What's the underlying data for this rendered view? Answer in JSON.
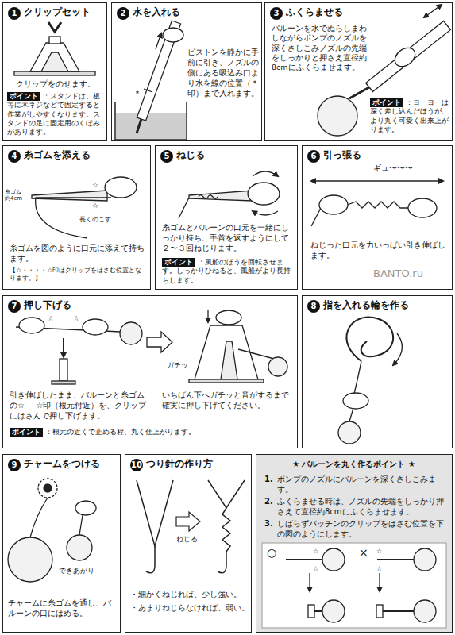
{
  "diagram": {
    "nodes": [
      {
        "text": [
          "1",
          "クリップセット",
          "クリップをのせます。",
          "ポイント",
          "：スタンドは、板等に木ネジなどで固定すると作業がしやすくなります。スタンドの足に固定用のくぼみがあります。"
        ]
      },
      {
        "text": [
          "2",
          "水を入れる",
          "ピストンを静かに手前に引き、ノズルの側にある吸込み口より水を線の位置（＊印）まで入れます。"
        ]
      },
      {
        "text": [
          "3",
          "ふくらませる",
          "バルーンを水でぬらしまわしながらポンプのノズルを深くさしこみノズルの先端をしっかりと押さえ直径約8cmにふくらませます。",
          "ポイント",
          "：ヨーヨーは深く差し込んだほうが、より丸く可愛く出来上がります。"
        ]
      },
      {
        "text": [
          "4",
          "糸ゴムを添える",
          "糸ゴムを図のように口元に添えて持ちます。",
          "【☆・・・・☆印はクリップをはさむ位置となります。】"
        ]
      },
      {
        "text": [
          "5",
          "ねじる",
          "糸ゴムとバルーンの口元を一緒にしっかり持ち、手首を返すようにして２〜３回ねじります。",
          "ポイント",
          "：風船のほうを回転させます。しっかりひねると、風船がより長持ちします。"
        ]
      },
      {
        "text": [
          "6",
          "引っ張る",
          "ねじった口元を力いっぱい引き伸ばします。"
        ]
      },
      {
        "text": [
          "7",
          "押し下げる",
          "引き伸ばしたまま、バルーンと糸ゴムの☆----☆印（根元付近）を、クリップにはさんで押し下げます。",
          "いちばん下へガチッと音がするまで確実に押し下げてください。",
          "ポイント",
          "：根元の近くで止める程、丸く仕上がります。"
        ]
      },
      {
        "text": [
          "8",
          "指を入れる輪を作る"
        ]
      },
      {
        "text": [
          "9",
          "チャームをつける",
          "チャームに糸ゴムを通し、バルーンの口にはめる。"
        ]
      },
      {
        "text": [
          "10",
          "つり針の作り方",
          "・細かくねじれば、少し強い。",
          "・あまりねじらなければ、弱い。"
        ]
      },
      {
        "text": [
          "★ バルーンを丸く作るポイント ★",
          "1.",
          "ポンプのノズルにバルーンを深くさしこみます。",
          "2.",
          "ふくらませる時は、ノズルの先端をしっかり押さえて直径約8cmにふくらませます。",
          "3.",
          "しばらずパッチンのクリップをはさむ位置を下の図のようにします。"
        ]
      }
    ],
    "labels": [
      "＊",
      "糸ゴム 約4cm",
      "長くのこす",
      "☆",
      "☆",
      "ギュ〜〜〜",
      "BANTO.ru",
      "☆",
      "☆",
      "ガチッ",
      "できあがり",
      "ねじる",
      "○",
      "×",
      "☆",
      "☆",
      "☆",
      "☆"
    ]
  }
}
